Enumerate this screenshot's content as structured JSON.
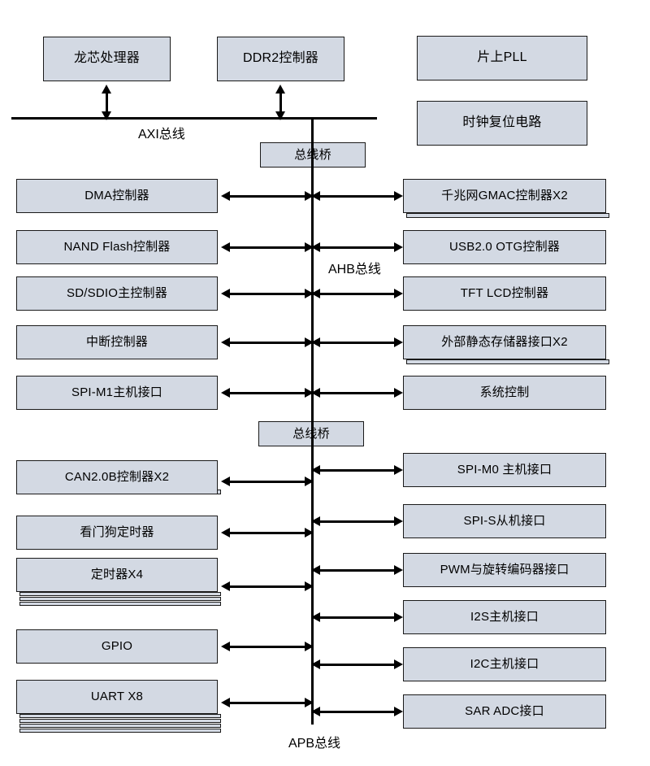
{
  "diagram": {
    "title": "SoC Block Diagram",
    "fill_color": "#d3d9e3",
    "stroke_color": "#1a1a1a"
  },
  "top_blocks": [
    {
      "label": "龙芯处理器"
    },
    {
      "label": "DDR2控制器"
    }
  ],
  "clock_blocks": [
    {
      "label": "片上PLL"
    },
    {
      "label": "时钟复位电路"
    }
  ],
  "bridges": [
    {
      "label": "总线桥"
    },
    {
      "label": "总线桥"
    }
  ],
  "bus_labels": {
    "axi": "AXI总线",
    "ahb": "AHB总线",
    "apb": "APB总线"
  },
  "ahb_left": [
    {
      "label": "DMA控制器",
      "stack": 0
    },
    {
      "label": "NAND Flash控制器",
      "stack": 0
    },
    {
      "label": "SD/SDIO主控制器",
      "stack": 0
    },
    {
      "label": "中断控制器",
      "stack": 0
    },
    {
      "label": "SPI-M1主机接口",
      "stack": 0
    }
  ],
  "ahb_right": [
    {
      "label": "千兆网GMAC控制器X2",
      "stack": 1
    },
    {
      "label": "USB2.0  OTG控制器",
      "stack": 0
    },
    {
      "label": "TFT LCD控制器",
      "stack": 0
    },
    {
      "label": "外部静态存储器接口X2",
      "stack": 1
    },
    {
      "label": "系统控制",
      "stack": 0
    }
  ],
  "apb_left": [
    {
      "label": "CAN2.0B控制器X2",
      "stack": 1
    },
    {
      "label": "看门狗定时器",
      "stack": 0
    },
    {
      "label": "定时器X4",
      "stack": 3
    },
    {
      "label": "GPIO",
      "stack": 0
    },
    {
      "label": "UART X8",
      "stack": 4
    }
  ],
  "apb_right": [
    {
      "label": "SPI-M0 主机接口",
      "stack": 0
    },
    {
      "label": "SPI-S从机接口",
      "stack": 0
    },
    {
      "label": "PWM与旋转编码器接口",
      "stack": 0
    },
    {
      "label": "I2S主机接口",
      "stack": 0
    },
    {
      "label": "I2C主机接口",
      "stack": 0
    },
    {
      "label": "SAR ADC接口",
      "stack": 0
    }
  ]
}
